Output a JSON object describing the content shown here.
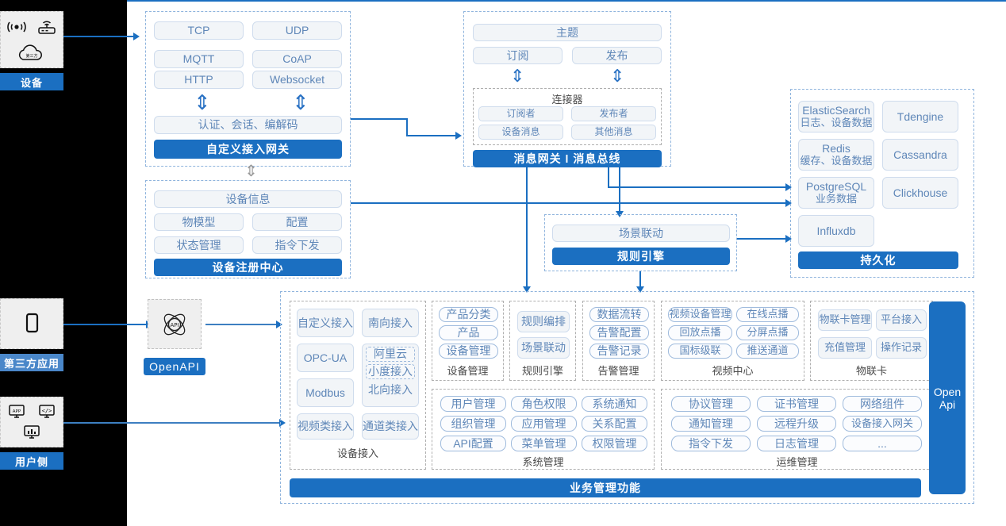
{
  "left_rail": {
    "device": {
      "label": "设备",
      "icons": [
        "wifi-signal-icon",
        "router-icon",
        "cloud-icon"
      ]
    },
    "third_party": {
      "label": "第三方应用",
      "icons": [
        "mobile-phone-icon"
      ]
    },
    "user_side": {
      "label": "用户侧",
      "icons": [
        "app-window-icon",
        "code-window-icon",
        "chart-window-icon"
      ]
    }
  },
  "access_gateway": {
    "protocols": [
      "TCP",
      "UDP",
      "MQTT",
      "CoAP",
      "HTTP",
      "Websocket"
    ],
    "middle": "认证、会话、编解码",
    "title": "自定义接入网关"
  },
  "message_gateway": {
    "topic": "主题",
    "subscribe": "订阅",
    "publish": "发布",
    "connector_title": "连接器",
    "connector_items": [
      "订阅者",
      "发布者",
      "设备消息",
      "其他消息"
    ],
    "title": "消息网关 l 消息总线"
  },
  "device_registry": {
    "info": "设备信息",
    "items": [
      "物模型",
      "配置",
      "状态管理",
      "指令下发"
    ],
    "title": "设备注册中心"
  },
  "rule_engine": {
    "scene": "场景联动",
    "title": "规则引擎"
  },
  "persistence": {
    "stores": [
      {
        "name": "ElasticSearch",
        "sub": "日志、设备数据"
      },
      {
        "name": "Tdengine",
        "sub": ""
      },
      {
        "name": "Redis",
        "sub": "缓存、设备数据"
      },
      {
        "name": "Cassandra",
        "sub": ""
      },
      {
        "name": "PostgreSQL",
        "sub": "业务数据"
      },
      {
        "name": "Clickhouse",
        "sub": ""
      },
      {
        "name": "Influxdb",
        "sub": ""
      }
    ],
    "title": "持久化"
  },
  "openapi": {
    "icon": "api-atom-icon",
    "label": "OpenAPI",
    "side_bar": "Open Api"
  },
  "business": {
    "title": "业务管理功能",
    "device_access": {
      "caption": "设备接入",
      "left": [
        "自定义接入",
        "OPC-UA",
        "Modbus",
        "视频类接入"
      ],
      "right_top": "南向接入",
      "northbound": {
        "items": [
          "阿里云",
          "小度接入"
        ],
        "label": "北向接入"
      },
      "right_bottom": "通道类接入"
    },
    "groups": [
      {
        "caption": "设备管理",
        "items": [
          "产品分类",
          "产品",
          "设备管理"
        ],
        "cols": 1
      },
      {
        "caption": "规则引擎",
        "items": [
          "规则编排",
          "场景联动"
        ],
        "cols": 1
      },
      {
        "caption": "告警管理",
        "items": [
          "数据流转",
          "告警配置",
          "告警记录"
        ],
        "cols": 1
      },
      {
        "caption": "视频中心",
        "items": [
          "视频设备管理",
          "在线点播",
          "回放点播",
          "分屏点播",
          "国标级联",
          "推送通道"
        ],
        "cols": 2
      },
      {
        "caption": "物联卡",
        "items": [
          "物联卡管理",
          "平台接入",
          "充值管理",
          "操作记录"
        ],
        "cols": 2
      },
      {
        "caption": "系统管理",
        "items": [
          "用户管理",
          "角色权限",
          "系统通知",
          "组织管理",
          "应用管理",
          "关系配置",
          "API配置",
          "菜单管理",
          "权限管理"
        ],
        "cols": 3
      },
      {
        "caption": "运维管理",
        "items": [
          "协议管理",
          "证书管理",
          "网络组件",
          "通知管理",
          "远程升级",
          "设备接入网关",
          "指令下发",
          "日志管理",
          "..."
        ],
        "cols": 3
      }
    ]
  },
  "colors": {
    "accent": "#1b6fc1",
    "chip_text": "#5f87b8",
    "chip_bg": "#f2f5f8",
    "dash": "#8fb4dd"
  }
}
